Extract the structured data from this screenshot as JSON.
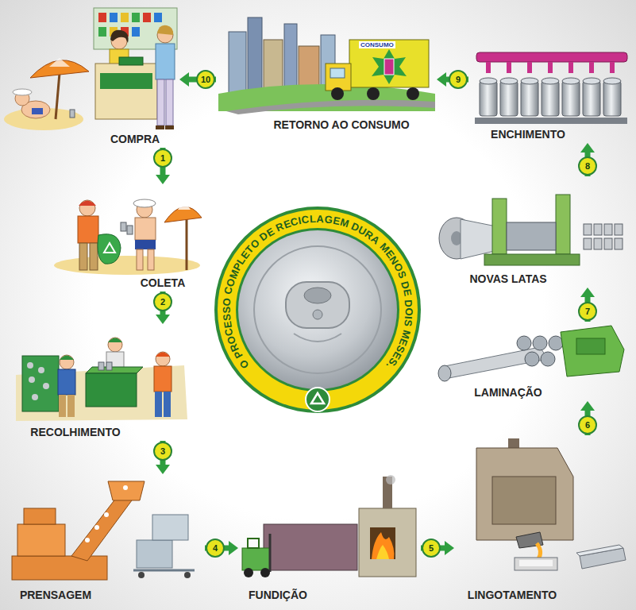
{
  "diagram": {
    "nodes": [
      {
        "text": [
          "COMPRA"
        ]
      },
      {
        "text": [
          "COLETA"
        ]
      },
      {
        "text": [
          "RECOLHIMENTO"
        ]
      },
      {
        "text": [
          "PRENSAGEM"
        ]
      },
      {
        "text": [
          "FUNDIÇÃO"
        ]
      },
      {
        "text": [
          "LINGOTAMENTO"
        ]
      },
      {
        "text": [
          "LAMINAÇÃO"
        ]
      },
      {
        "text": [
          "NOVAS LATAS"
        ]
      },
      {
        "text": [
          "ENCHIMENTO"
        ]
      },
      {
        "text": [
          "RETORNO AO CONSUMO"
        ]
      },
      {
        "text": [
          "O PROCESSO COMPLETO DE RECICLAGEM DURA MENOS DE DOIS MESES."
        ]
      }
    ],
    "edges": [
      {
        "from": 0,
        "to": 1,
        "label": "1",
        "arrow": "to"
      },
      {
        "from": 1,
        "to": 2,
        "label": "2",
        "arrow": "to"
      },
      {
        "from": 2,
        "to": 3,
        "label": "3",
        "arrow": "to"
      },
      {
        "from": 3,
        "to": 4,
        "label": "4",
        "arrow": "to"
      },
      {
        "from": 4,
        "to": 5,
        "label": "5",
        "arrow": "to"
      },
      {
        "from": 5,
        "to": 6,
        "label": "6",
        "arrow": "to"
      },
      {
        "from": 6,
        "to": 7,
        "label": "7",
        "arrow": "to"
      },
      {
        "from": 7,
        "to": 8,
        "label": "8",
        "arrow": "to"
      },
      {
        "from": 8,
        "to": 9,
        "label": "9",
        "arrow": "to"
      },
      {
        "from": 9,
        "to": 0,
        "label": "10",
        "arrow": "to"
      }
    ],
    "labels": [
      "CONSUMO"
    ]
  }
}
